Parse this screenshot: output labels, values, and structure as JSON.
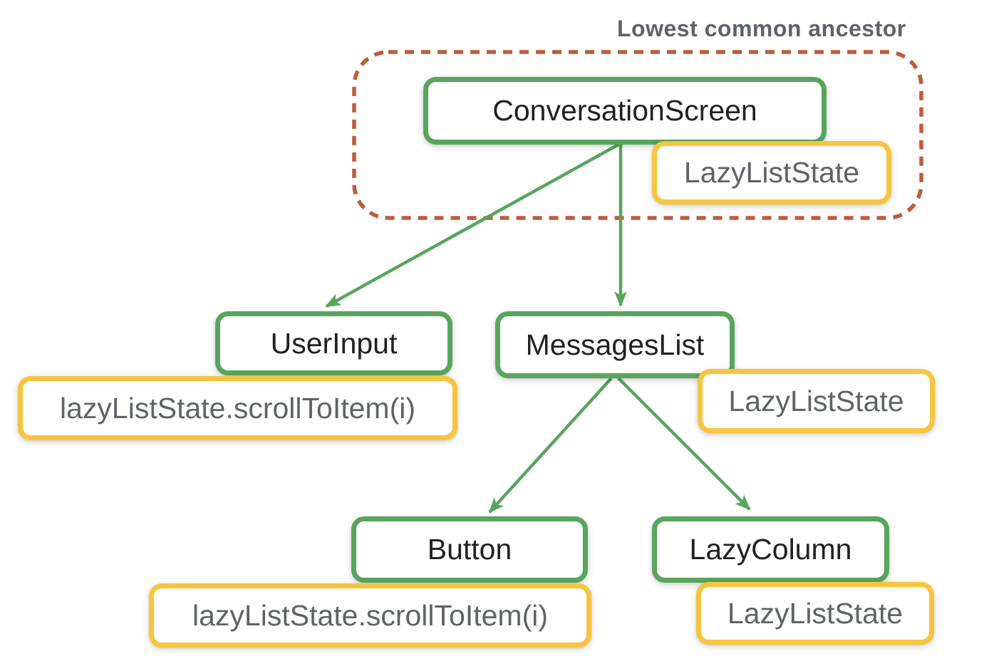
{
  "title": "Lowest common ancestor",
  "colors": {
    "node_border": "#58A55C",
    "state_border": "#F8C43E",
    "ancestor_outline": "#BF5B3C",
    "arrow": "#58A55C",
    "node_text": "#202124",
    "state_text": "#5F6368",
    "title_text": "#5F6368"
  },
  "nodes": [
    {
      "id": "conversation-screen",
      "label": "ConversationScreen"
    },
    {
      "id": "user-input",
      "label": "UserInput"
    },
    {
      "id": "messages-list",
      "label": "MessagesList"
    },
    {
      "id": "button",
      "label": "Button"
    },
    {
      "id": "lazy-column",
      "label": "LazyColumn"
    }
  ],
  "states": [
    {
      "attached_to": "ConversationScreen",
      "label": "LazyListState"
    },
    {
      "attached_to": "UserInput",
      "label": "lazyListState.scrollToItem(i)"
    },
    {
      "attached_to": "MessagesList",
      "label": "LazyListState"
    },
    {
      "attached_to": "Button",
      "label": "lazyListState.scrollToItem(i)"
    },
    {
      "attached_to": "LazyColumn",
      "label": "LazyListState"
    }
  ],
  "edges": [
    {
      "from": "ConversationScreen",
      "to": "UserInput"
    },
    {
      "from": "ConversationScreen",
      "to": "MessagesList"
    },
    {
      "from": "MessagesList",
      "to": "Button"
    },
    {
      "from": "MessagesList",
      "to": "LazyColumn"
    }
  ]
}
